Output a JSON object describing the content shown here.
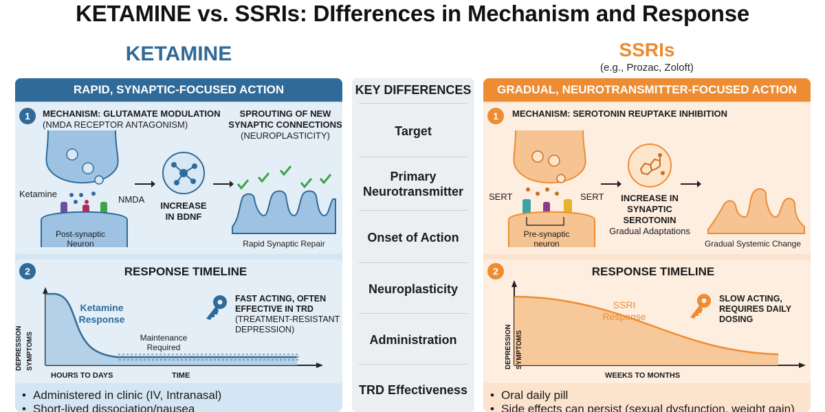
{
  "title": "KETAMINE vs. SSRIs: DIfferences in Mechanism and Response",
  "colors": {
    "ketamine_blue": "#2f6a98",
    "ssri_orange": "#ed8c32",
    "check_green": "#3fa34a"
  },
  "ketamine": {
    "heading": "KETAMINE",
    "banner": "RAPID, SYNAPTIC-FOCUSED ACTION",
    "mechanism": {
      "number": "1",
      "title": "MECHANISM: GLUTAMATE MODULATION",
      "subtitle": "(NMDA RECEPTOR ANTAGONISM)",
      "ketamine_label": "Ketamine",
      "nmda_label": "NMDA",
      "neuron_line1": "Post-synaptic",
      "neuron_line2": "Neuron",
      "bdnf_line1": "INCREASE",
      "bdnf_line2": "IN BDNF",
      "sprout_line1": "SPROUTING OF NEW",
      "sprout_line2": "SYNAPTIC CONNECTIONS",
      "sprout_line3": "(NEUROPLASTICITY)",
      "repair_label": "Rapid Synaptic Repair"
    },
    "timeline": {
      "number": "2",
      "title": "RESPONSE TIMELINE",
      "y_axis": "DEPRESSION SYMPTOMS",
      "x_axis_left": "HOURS TO DAYS",
      "x_axis_mid": "TIME",
      "curve_line1": "Ketamine",
      "curve_line2": "Response",
      "maint_line1": "Maintenance",
      "maint_line2": "Required",
      "note_line1": "FAST ACTING, OFTEN",
      "note_line2": "EFFECTIVE IN TRD",
      "note_line3": "(TREATMENT-RESISTANT",
      "note_line4": "DEPRESSION)",
      "key_icon": "key-icon"
    },
    "bullets": [
      "Administered in clinic (IV, Intranasal)",
      "Short-lived dissociation/nausea"
    ]
  },
  "differences": {
    "heading": "KEY DIFFERENCES",
    "rows": [
      {
        "line1": "Target",
        "line2": ""
      },
      {
        "line1": "Primary",
        "line2": "Neurotransmitter"
      },
      {
        "line1": "Onset of Action",
        "line2": ""
      },
      {
        "line1": "Neuroplasticity",
        "line2": ""
      },
      {
        "line1": "Administration",
        "line2": ""
      },
      {
        "line1": "TRD Effectiveness",
        "line2": ""
      }
    ]
  },
  "ssri": {
    "heading": "SSRIs",
    "examples": "(e.g., Prozac, Zoloft)",
    "banner": "GRADUAL, NEUROTRANSMITTER-FOCUSED ACTION",
    "mechanism": {
      "number": "1",
      "title": "MECHANISM: SEROTONIN REUPTAKE INHIBITION",
      "sert_left": "SERT",
      "sert_right": "SERT",
      "neuron_line1": "Pre-synaptic",
      "neuron_line2": "neuron",
      "increase_line1": "INCREASE IN",
      "increase_line2": "SYNAPTIC",
      "increase_line3": "SEROTONIN",
      "adapt_label": "Gradual Adaptations",
      "change_label": "Gradual Systemic Change"
    },
    "timeline": {
      "number": "2",
      "title": "RESPONSE TIMELINE",
      "y_axis": "DEPRESSION SYMPTOMS",
      "x_axis": "WEEKS TO MONTHS",
      "curve_line1": "SSRI",
      "curve_line2": "Response",
      "note_line1": "SLOW ACTING,",
      "note_line2": "REQUIRES DAILY",
      "note_line3": "DOSING",
      "key_icon": "key-icon"
    },
    "bullets": [
      "Oral daily pill",
      "Side effects can persist (sexual dysfunction, weight gain)"
    ]
  }
}
